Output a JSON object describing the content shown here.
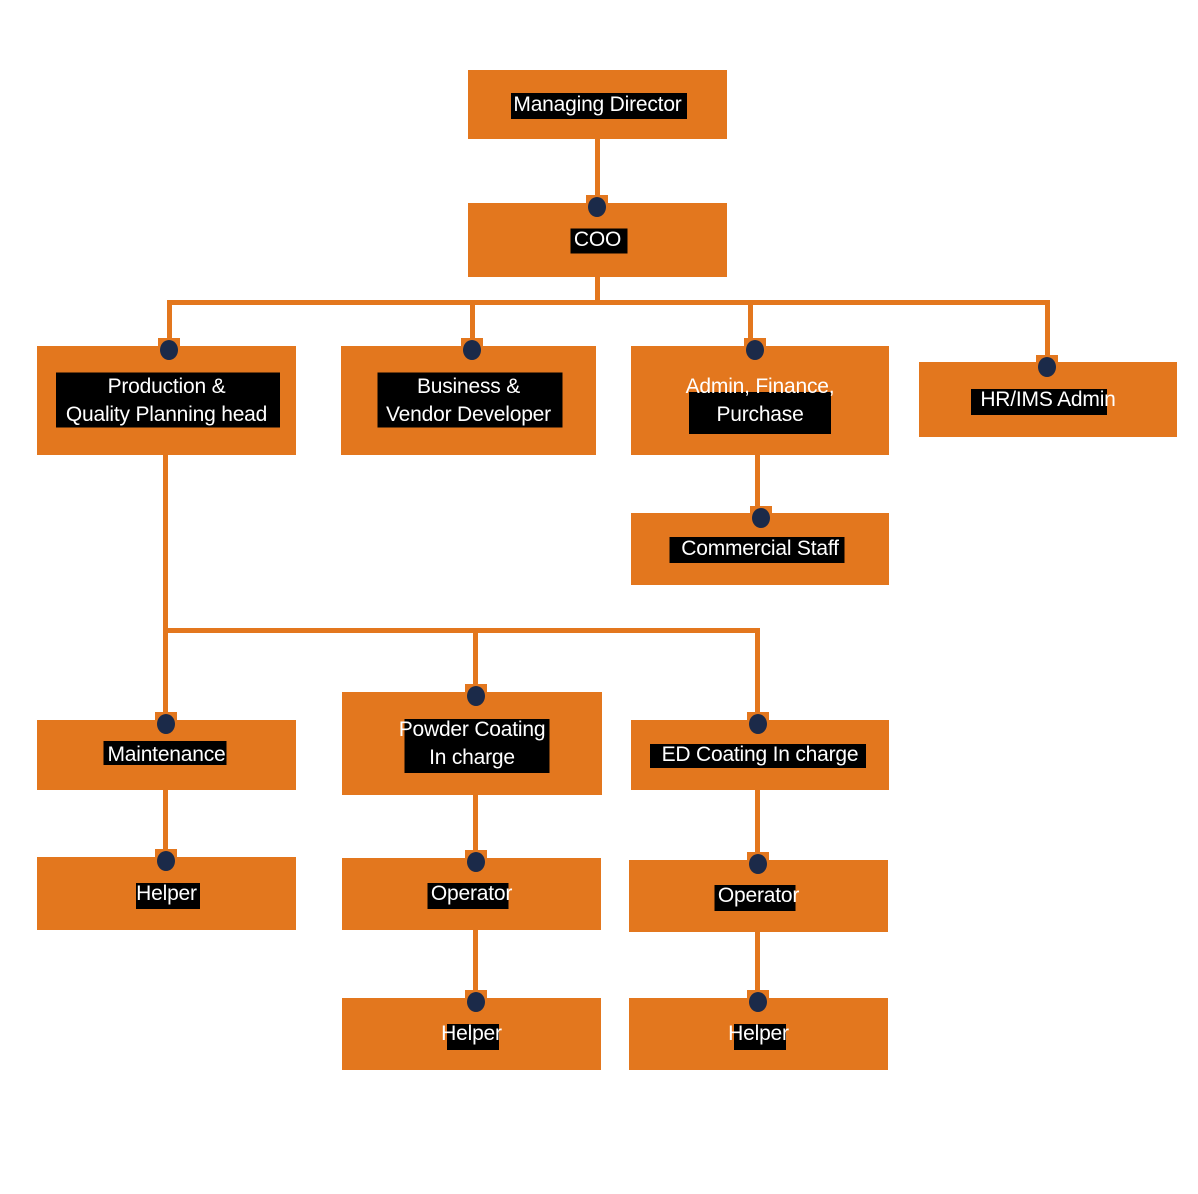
{
  "chart_data": {
    "type": "diagram",
    "diagram_type": "organizational-chart",
    "title": "",
    "node_fill_color": "#E3771E",
    "connector_color": "#E3771E",
    "junction_dot_color": "#1B2A49",
    "label_text_color": "#FFFFFF",
    "selection_highlight_color": "#000000",
    "background_color": "#FFFFFF",
    "nodes": [
      {
        "id": "managing-director",
        "label": "Managing Director",
        "level": 0,
        "parent": null
      },
      {
        "id": "coo",
        "label": "COO",
        "level": 1,
        "parent": "managing-director"
      },
      {
        "id": "production-quality-planning-head",
        "label": "Production &\nQuality Planning  head",
        "level": 2,
        "parent": "coo"
      },
      {
        "id": "business-vendor-developer",
        "label": "Business &\nVendor Developer",
        "level": 2,
        "parent": "coo"
      },
      {
        "id": "admin-finance-purchase",
        "label": "Admin, Finance,\nPurchase",
        "level": 2,
        "parent": "coo"
      },
      {
        "id": "hr-ims-admin",
        "label": "HR/IMS Admin",
        "level": 2,
        "parent": "coo"
      },
      {
        "id": "commercial-staff",
        "label": "Commercial Staff",
        "level": 3,
        "parent": "admin-finance-purchase"
      },
      {
        "id": "maintenance",
        "label": "Maintenance",
        "level": 3,
        "parent": "production-quality-planning-head"
      },
      {
        "id": "powder-coating-in-charge",
        "label": "Powder Coating\nIn charge",
        "level": 3,
        "parent": "production-quality-planning-head"
      },
      {
        "id": "ed-coating-in-charge",
        "label": "ED Coating In charge",
        "level": 3,
        "parent": "production-quality-planning-head"
      },
      {
        "id": "maintenance-helper",
        "label": "Helper",
        "level": 4,
        "parent": "maintenance"
      },
      {
        "id": "powder-coating-operator",
        "label": "Operator",
        "level": 4,
        "parent": "powder-coating-in-charge"
      },
      {
        "id": "ed-coating-operator",
        "label": "Operator",
        "level": 4,
        "parent": "ed-coating-in-charge"
      },
      {
        "id": "powder-coating-helper",
        "label": "Helper",
        "level": 5,
        "parent": "powder-coating-operator"
      },
      {
        "id": "ed-coating-helper",
        "label": "Helper",
        "level": 5,
        "parent": "ed-coating-operator"
      }
    ]
  },
  "nodes": {
    "managing_director": {
      "label": "Managing Director"
    },
    "coo": {
      "label": "COO"
    },
    "production_quality_planning_head": {
      "label": "Production &\nQuality Planning  head"
    },
    "business_vendor_developer": {
      "label": "Business &\nVendor Developer"
    },
    "admin_finance_purchase": {
      "label": "Admin, Finance,\nPurchase"
    },
    "hr_ims_admin": {
      "label": "HR/IMS Admin"
    },
    "commercial_staff": {
      "label": "Commercial Staff"
    },
    "maintenance": {
      "label": "Maintenance"
    },
    "powder_coating_in_charge": {
      "label": "Powder Coating\nIn charge"
    },
    "ed_coating_in_charge": {
      "label": "ED Coating In charge"
    },
    "maintenance_helper": {
      "label": "Helper"
    },
    "powder_coating_operator": {
      "label": "Operator"
    },
    "ed_coating_operator": {
      "label": "Operator"
    },
    "powder_coating_helper": {
      "label": "Helper"
    },
    "ed_coating_helper": {
      "label": "Helper"
    }
  }
}
